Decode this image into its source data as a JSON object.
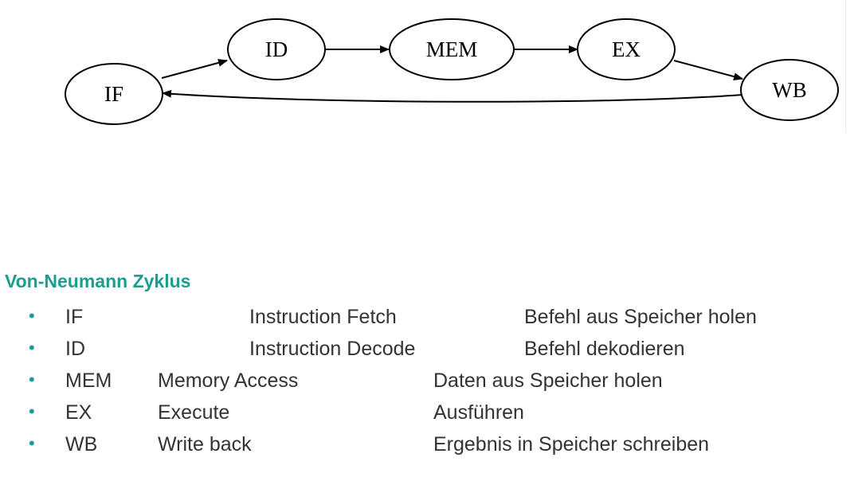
{
  "diagram": {
    "nodes": [
      "IF",
      "ID",
      "MEM",
      "EX",
      "WB"
    ],
    "edges": [
      [
        "IF",
        "ID"
      ],
      [
        "ID",
        "MEM"
      ],
      [
        "MEM",
        "EX"
      ],
      [
        "EX",
        "WB"
      ],
      [
        "WB",
        "IF"
      ]
    ],
    "colors": {
      "stroke": "#000000",
      "fill": "#ffffff"
    }
  },
  "section": {
    "title": "Von-Neumann Zyklus",
    "accent_color": "#1a9e8f",
    "bullet_glyph": "•",
    "rows": [
      {
        "abbr": "IF",
        "name": "Instruction Fetch",
        "desc": "Befehl aus Speicher holen"
      },
      {
        "abbr": "ID",
        "name": "Instruction Decode",
        "desc": "Befehl dekodieren"
      },
      {
        "abbr": "MEM",
        "name": "Memory Access",
        "desc": "Daten aus Speicher holen"
      },
      {
        "abbr": "EX",
        "name": "Execute",
        "desc": "Ausführen"
      },
      {
        "abbr": "WB",
        "name": "Write back",
        "desc": "Ergebnis in Speicher schreiben"
      }
    ]
  }
}
